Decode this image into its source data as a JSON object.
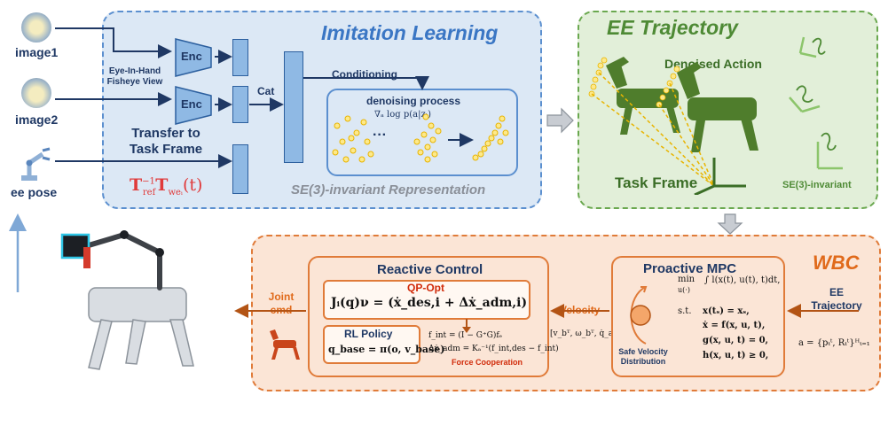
{
  "inputs": {
    "image1_label": "image1",
    "image2_label": "image2",
    "ee_pose_label": "ee pose",
    "eye_in_hand_note": "Eye-In-Hand Fisheye View"
  },
  "imitation_learning": {
    "title": "Imitation Learning",
    "enc1": "Enc",
    "enc2": "Enc",
    "cat_label": "Cat",
    "conditioning_label": "Conditioning",
    "denoising_title": "denoising process",
    "score_formula": "∇ₐ log p(a|zₜ)",
    "dots_ellipsis": "···",
    "transfer_label": "Transfer to Task Frame",
    "transform_formula_main": "T",
    "transform_formula_sup": "−1",
    "transform_formula_sub": "ref",
    "transform_formula_main2": "T",
    "transform_formula_sub2": "weᵢ",
    "transform_formula_arg": "(t)",
    "representation_label": "SE(3)-invariant Representation"
  },
  "ee_trajectory": {
    "title": "EE Trajectory",
    "denoised_action": "Denoised Action",
    "task_frame": "Task Frame",
    "se3_invariant": "SE(3)-invariant"
  },
  "wbc": {
    "title": "WBC",
    "reactive_control_title": "Reactive Control",
    "qp_opt_title": "QP-Opt",
    "qp_formula": "Jᵢ(q)ν = (ẋ_des,i + Δẋ_adm,i)",
    "rl_policy_title": "RL Policy",
    "rl_formula": "q_base = π(o, v_base)",
    "fint_formula": "f_int = (I − G⁺G)fₑ",
    "dx_adm_formula": "Δẋ_adm = Kₐ⁻¹(f_int,des − f_int)",
    "force_cooperation": "Force Cooperation",
    "joint_cmd": "Joint cmd",
    "velocity_label": "Velocity",
    "velocity_vector": "[v_bᵀ, ω_bᵀ, q̇_armᵀ]ᵀ",
    "proactive_mpc_title": "Proactive MPC",
    "mpc_min": "min",
    "mpc_min_sub": "u(·)",
    "mpc_objective": "∫ l(x(t), u(t), t)dt,",
    "mpc_st": "s.t.",
    "mpc_c1": "x(tₛ) = xₛ,",
    "mpc_c2": "ẋ = f(x, u, t),",
    "mpc_c3": "g(x, u, t) = 0,",
    "mpc_c4": "h(x, u, t) ≥ 0,",
    "safe_velocity": "Safe Velocity Distribution",
    "ee_trajectory_in": "EE Trajectory",
    "action_formula": "a = {pₜᵗ, Rₜᵗ}ᴴₜ₌₁"
  },
  "colors": {
    "blue_panel_bg": "#dce8f5",
    "blue_border": "#5b8fcf",
    "blue_title": "#3a76c4",
    "green_panel_bg": "#e2efd9",
    "green_border": "#6aa84f",
    "green_title": "#4e8a35",
    "orange_panel_bg": "#fbe5d6",
    "orange_border": "#e07b39",
    "orange_title": "#e06a1b",
    "red_formula": "#e03a3a",
    "dark_navy": "#1f3864",
    "qp_red": "#d12b0a",
    "yellow_dot": "#f5c518"
  }
}
